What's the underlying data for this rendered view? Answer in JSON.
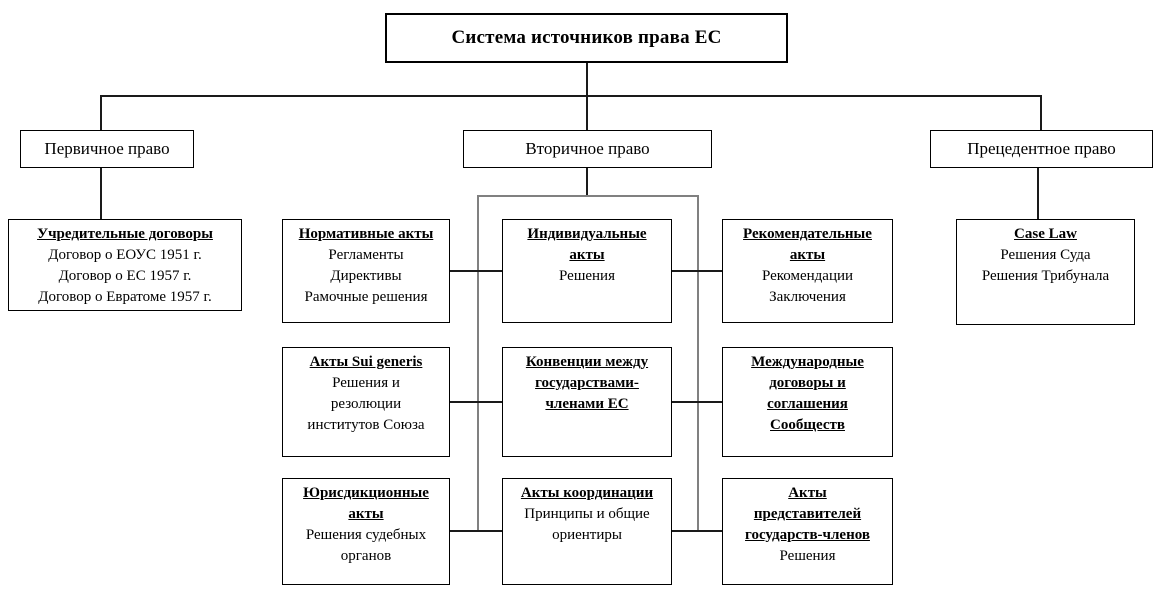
{
  "diagram": {
    "title": "Система источников права ЕС",
    "branches": {
      "primary": {
        "label": "Первичное право"
      },
      "secondary": {
        "label": "Вторичное право"
      },
      "precedent": {
        "label": "Прецедентное право"
      }
    },
    "founding": {
      "heading": [
        "Учредительные договоры"
      ],
      "lines": [
        "Договор о ЕОУС 1951 г.",
        "Договор о ЕС 1957 г.",
        "Договор о Евратоме 1957 г."
      ]
    },
    "caselaw": {
      "heading": [
        "Case Law"
      ],
      "lines": [
        "Решения Суда",
        "Решения Трибунала"
      ]
    },
    "grid": {
      "r1c1": {
        "heading": [
          "Нормативные акты"
        ],
        "lines": [
          "Регламенты",
          "Директивы",
          "Рамочные решения"
        ]
      },
      "r1c2": {
        "heading": [
          "Индивидуальные",
          "акты"
        ],
        "lines": [
          "Решения"
        ]
      },
      "r1c3": {
        "heading": [
          "Рекомендательные",
          "акты"
        ],
        "lines": [
          "Рекомендации",
          "Заключения"
        ]
      },
      "r2c1": {
        "heading": [
          "Акты Sui generis"
        ],
        "lines": [
          "Решения и",
          "резолюции",
          "институтов Союза"
        ]
      },
      "r2c2": {
        "heading": [
          "Конвенции между",
          "государствами-",
          "членами ЕС"
        ],
        "lines": []
      },
      "r2c3": {
        "heading": [
          "Международные",
          "договоры  и",
          "соглашения",
          "Сообществ"
        ],
        "lines": []
      },
      "r3c1": {
        "heading": [
          "Юрисдикционные",
          "акты"
        ],
        "lines": [
          "Решения судебных",
          "органов"
        ]
      },
      "r3c2": {
        "heading": [
          "Акты координации"
        ],
        "lines": [
          "Принципы и общие",
          "ориентиры"
        ]
      },
      "r3c3": {
        "heading": [
          "Акты",
          "представителей",
          "государств-членов"
        ],
        "lines": [
          "Решения"
        ]
      }
    },
    "colors": {
      "line": "#1a1a1a",
      "rail": "#808080",
      "border": "#000000",
      "background": "#ffffff"
    }
  }
}
